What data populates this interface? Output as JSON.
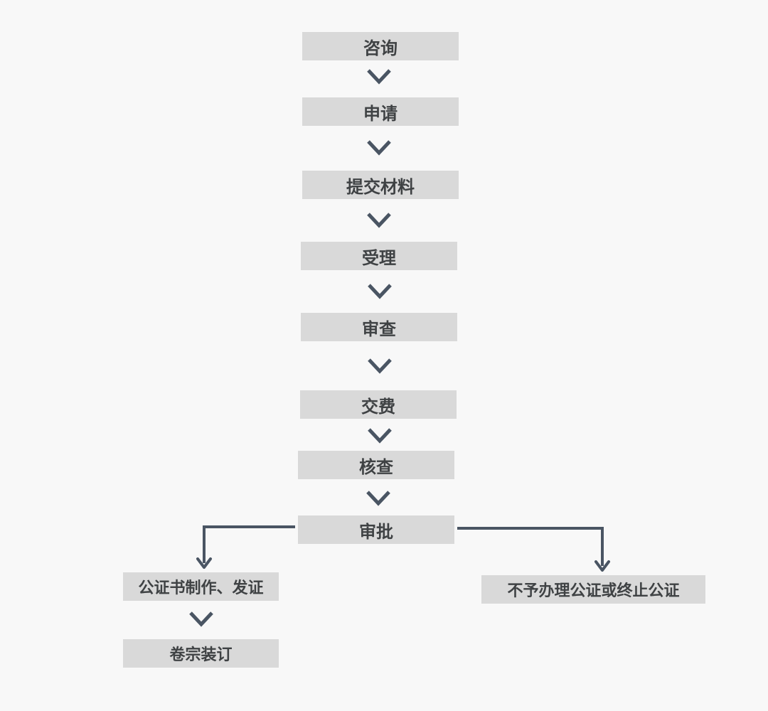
{
  "flowchart": {
    "steps": {
      "consult": "咨询",
      "apply": "申请",
      "submit_materials": "提交材料",
      "accept": "受理",
      "review": "审查",
      "pay_fee": "交费",
      "verify": "核查",
      "approve": "审批"
    },
    "branches": {
      "left_issue": "公证书制作、发证",
      "left_archive": "卷宗装订",
      "right_reject": "不予办理公证或终止公证"
    }
  },
  "colors": {
    "box_fill": "#d9d9d9",
    "text": "#3f4244",
    "arrow": "#4a5563",
    "background": "#f8f8f8"
  }
}
